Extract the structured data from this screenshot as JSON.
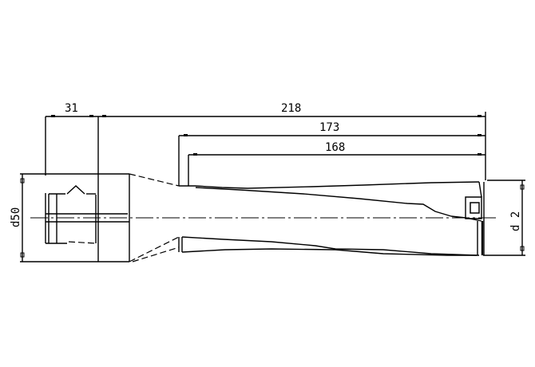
{
  "drawing": {
    "type": "technical-drawing",
    "subject": "indexable insert drill",
    "line_color": "#000000",
    "background": "#ffffff",
    "dimensions": {
      "shank_length": "31",
      "overall_length": "218",
      "body_length": "173",
      "flute_length": "168",
      "shank_diameter": "d50",
      "drill_diameter": "d 2"
    }
  }
}
